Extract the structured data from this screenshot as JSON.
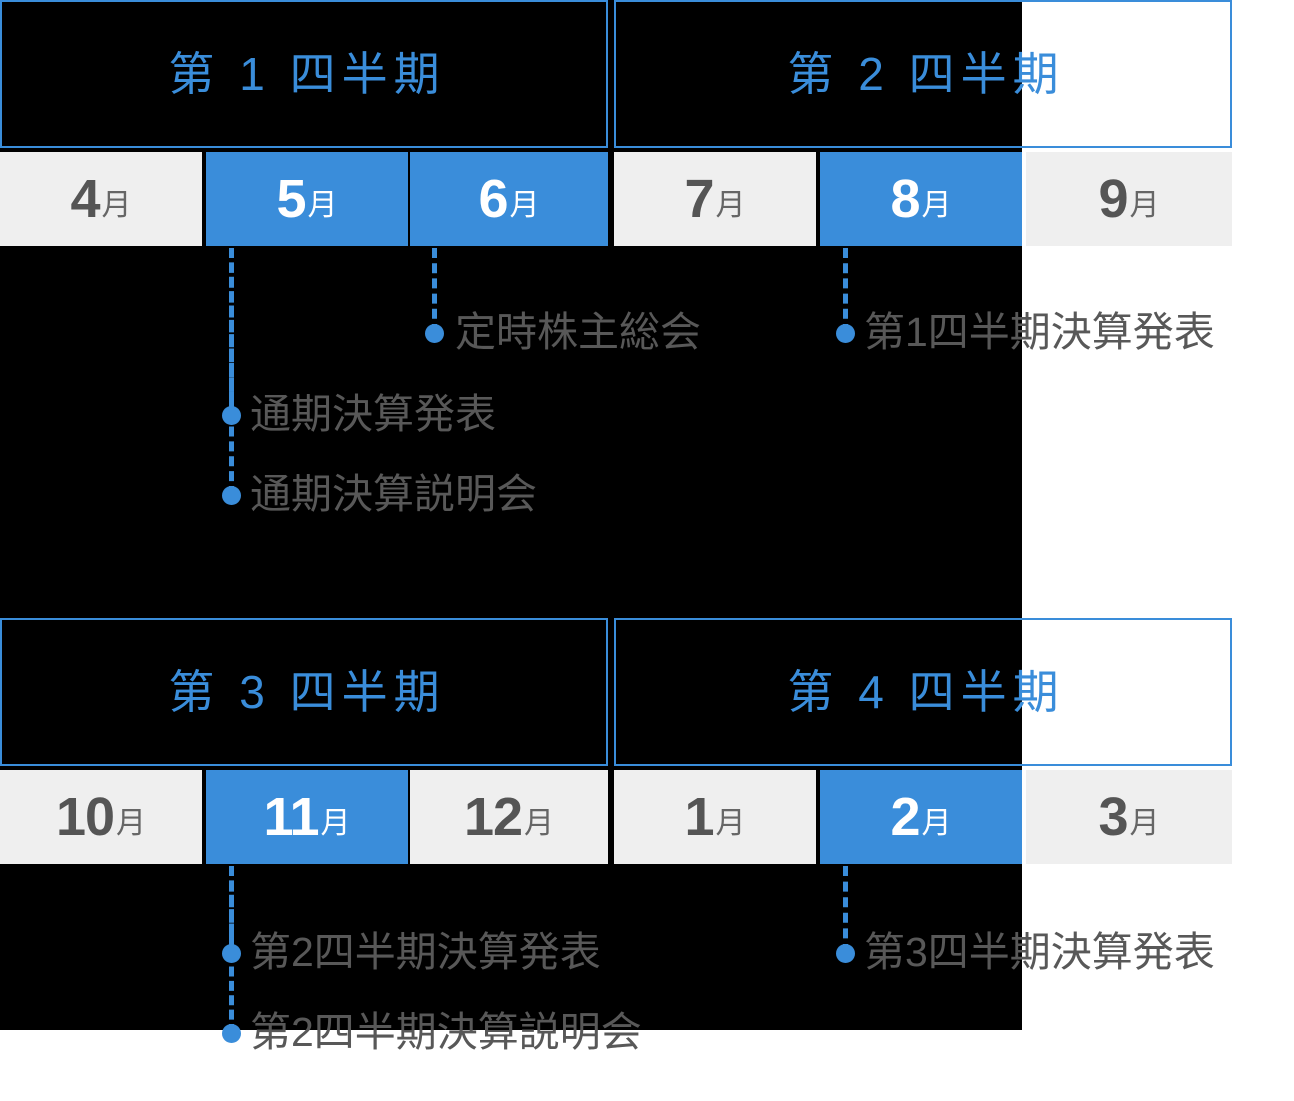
{
  "colors": {
    "accent_blue": "#3a8dda",
    "month_gray_bg": "#efefef",
    "month_text_dark": "#555555",
    "event_text": "#585858",
    "white": "#ffffff"
  },
  "rows": [
    {
      "id": "first-half",
      "quarters": [
        {
          "id": "q1",
          "label": "第 1 四半期"
        },
        {
          "id": "q2",
          "label": "第 2 四半期"
        }
      ],
      "months": [
        {
          "id": "month-04",
          "num": "4",
          "suffix": "月",
          "highlight": false
        },
        {
          "id": "month-05",
          "num": "5",
          "suffix": "月",
          "highlight": true
        },
        {
          "id": "month-06",
          "num": "6",
          "suffix": "月",
          "highlight": true
        },
        {
          "id": "month-07",
          "num": "7",
          "suffix": "月",
          "highlight": false
        },
        {
          "id": "month-08",
          "num": "8",
          "suffix": "月",
          "highlight": true
        },
        {
          "id": "month-09",
          "num": "9",
          "suffix": "月",
          "highlight": false
        }
      ],
      "events": [
        {
          "id": "event-agm",
          "label": "定時株主総会",
          "month": "6"
        },
        {
          "id": "event-fy-results",
          "label": "通期決算発表",
          "month": "5"
        },
        {
          "id": "event-fy-briefing",
          "label": "通期決算説明会",
          "month": "5"
        },
        {
          "id": "event-q1-results",
          "label": "第1四半期決算発表",
          "month": "8"
        }
      ]
    },
    {
      "id": "second-half",
      "quarters": [
        {
          "id": "q3",
          "label": "第 3 四半期"
        },
        {
          "id": "q4",
          "label": "第 4 四半期"
        }
      ],
      "months": [
        {
          "id": "month-10",
          "num": "10",
          "suffix": "月",
          "highlight": false
        },
        {
          "id": "month-11",
          "num": "11",
          "suffix": "月",
          "highlight": true
        },
        {
          "id": "month-12",
          "num": "12",
          "suffix": "月",
          "highlight": false
        },
        {
          "id": "month-01",
          "num": "1",
          "suffix": "月",
          "highlight": false
        },
        {
          "id": "month-02",
          "num": "2",
          "suffix": "月",
          "highlight": true
        },
        {
          "id": "month-03",
          "num": "3",
          "suffix": "月",
          "highlight": false
        }
      ],
      "events": [
        {
          "id": "event-q2-results",
          "label": "第2四半期決算発表",
          "month": "11"
        },
        {
          "id": "event-q2-briefing",
          "label": "第2四半期決算説明会",
          "month": "11"
        },
        {
          "id": "event-q3-results",
          "label": "第3四半期決算発表",
          "month": "2"
        }
      ]
    }
  ]
}
